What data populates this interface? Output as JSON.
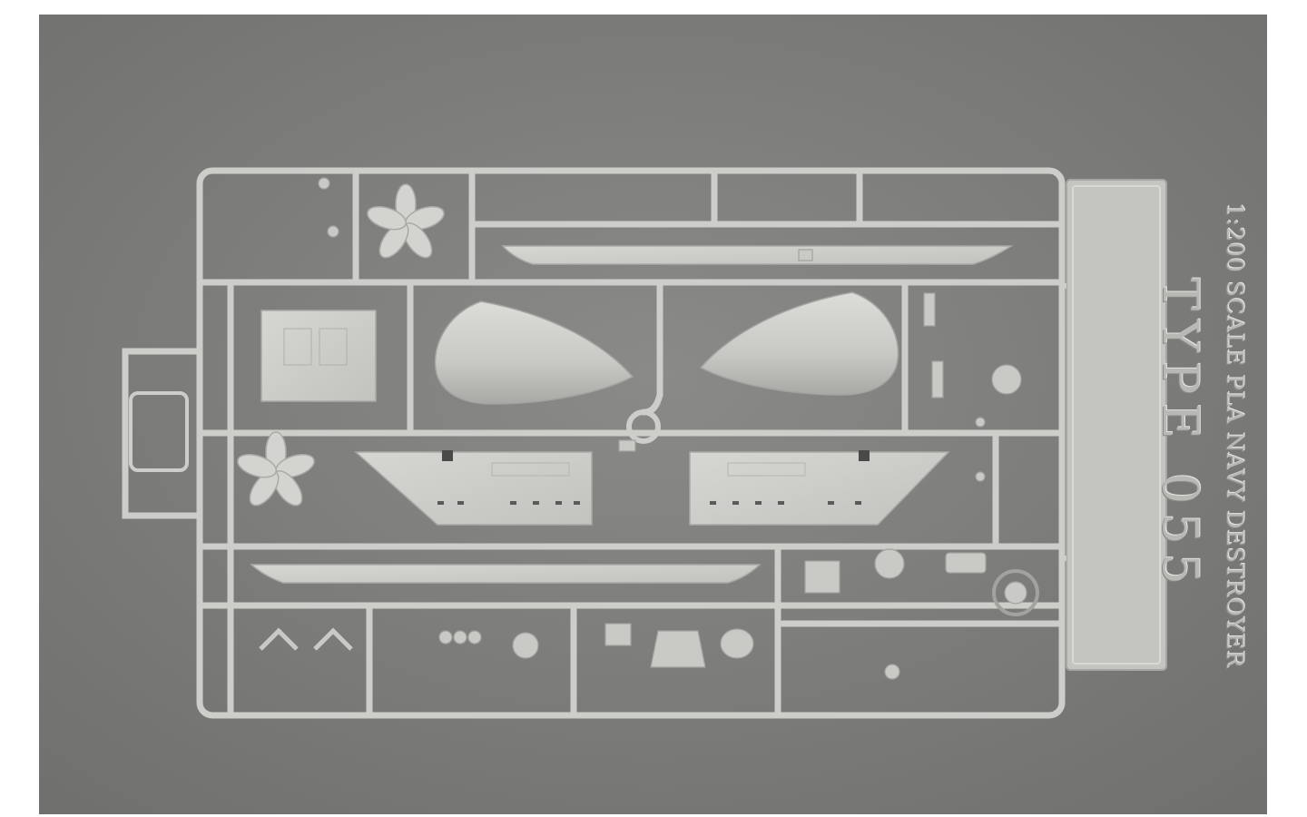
{
  "plaque": {
    "line1": "1:200 SCALE PLA NAVY DESTROYER",
    "line2": "TYPE 055"
  },
  "colors": {
    "background": "#7d7d7b",
    "plastic": "#cfcfcb",
    "plastic_shade": "#a9a9a5",
    "border": "#ffffff"
  },
  "parts": {
    "propellers": 2,
    "hull_bulbs": 2,
    "deck_panels": 2,
    "long_strips": 2
  }
}
